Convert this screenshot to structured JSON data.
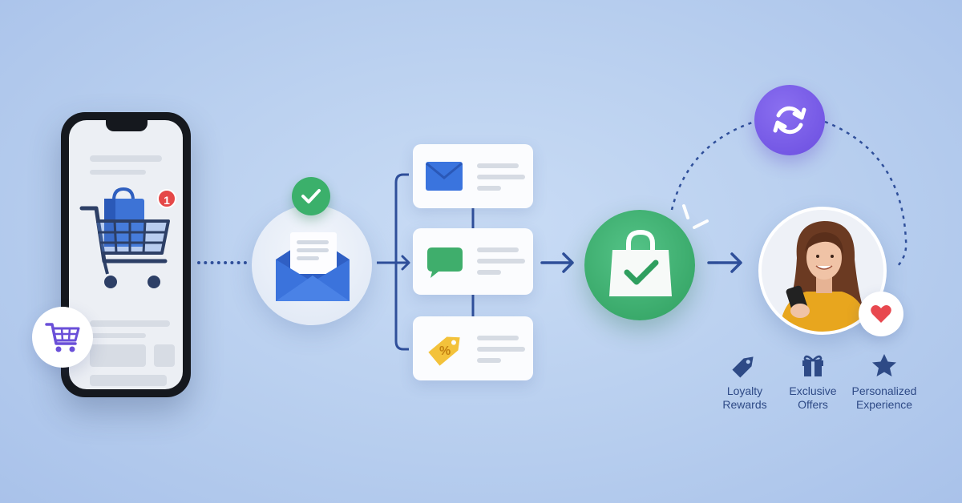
{
  "phone": {
    "notification_count": "1"
  },
  "benefits": [
    {
      "line1": "Loyalty",
      "line2": "Rewards",
      "icon": "tag-icon"
    },
    {
      "line1": "Exclusive",
      "line2": "Offers",
      "icon": "gift-icon"
    },
    {
      "line1": "Personalized",
      "line2": "Experience",
      "icon": "star-icon"
    }
  ],
  "channels": [
    "email-icon",
    "chat-bubble-icon",
    "discount-tag-icon"
  ],
  "colors": {
    "primary_blue": "#2f4f9a",
    "green": "#3bb06b",
    "purple": "#6b4ee0",
    "red": "#e54848",
    "yellow": "#f3c23b"
  }
}
